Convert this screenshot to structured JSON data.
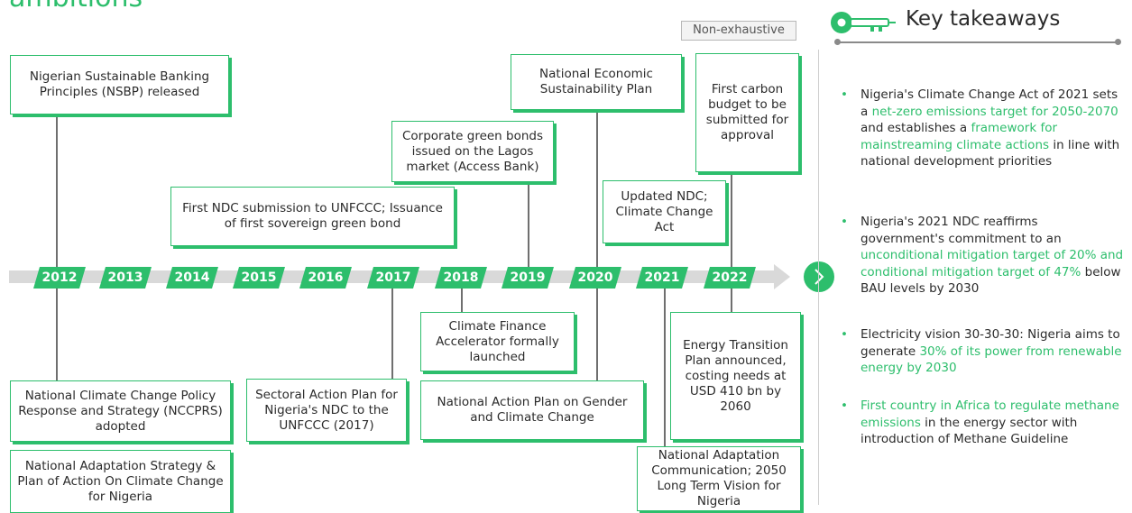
{
  "title_fragment": "ambitions",
  "non_exhaustive": "Non-exhaustive",
  "years": [
    "2012",
    "2013",
    "2014",
    "2015",
    "2016",
    "2017",
    "2018",
    "2019",
    "2020",
    "2021",
    "2022"
  ],
  "events_top": [
    {
      "id": "nsbp",
      "text": "Nigerian Sustainable Banking Principles (NSBP) released"
    },
    {
      "id": "ndc_first",
      "text": "First NDC submission to UNFCCC; Issuance of first sovereign green bond"
    },
    {
      "id": "green_bonds",
      "text": "Corporate green bonds issued on the Lagos market (Access Bank)"
    },
    {
      "id": "nesp",
      "text": "National Economic Sustainability Plan"
    },
    {
      "id": "ndc_update",
      "text": "Updated NDC; Climate Change Act"
    },
    {
      "id": "carbon_budget",
      "text": "First carbon budget to be submitted for approval"
    }
  ],
  "events_bottom": [
    {
      "id": "nccprs",
      "text": "National Climate Change Policy Response and Strategy (NCCPRS) adopted"
    },
    {
      "id": "nasp",
      "text": "National Adaptation Strategy & Plan of Action On Climate Change for Nigeria"
    },
    {
      "id": "sectoral",
      "text": "Sectoral Action Plan for Nigeria's NDC to the UNFCCC (2017)"
    },
    {
      "id": "cfa",
      "text": "Climate Finance Accelerator formally launched"
    },
    {
      "id": "gender",
      "text": "National Action Plan on Gender and Climate Change"
    },
    {
      "id": "etp",
      "text": "Energy Transition Plan announced, costing needs at USD 410 bn by 2060"
    },
    {
      "id": "adaptation_comm",
      "text": "National Adaptation Communication; 2050 Long Term Vision for Nigeria"
    }
  ],
  "key_takeaways": {
    "title": "Key takeaways",
    "items": [
      {
        "bullet": "•",
        "parts": [
          {
            "t": "Nigeria's Climate Change Act of 2021 sets a ",
            "hl": false
          },
          {
            "t": "net-zero emissions target for 2050-2070",
            "hl": true
          },
          {
            "t": " and establishes a ",
            "hl": false
          },
          {
            "t": "framework for mainstreaming climate actions",
            "hl": true
          },
          {
            "t": " in line with national development priorities",
            "hl": false
          }
        ]
      },
      {
        "bullet": "•",
        "parts": [
          {
            "t": "Nigeria's 2021 NDC reaffirms government's commitment to an ",
            "hl": false
          },
          {
            "t": "unconditional mitigation target of 20% and conditional mitigation target of 47%",
            "hl": true
          },
          {
            "t": " below BAU levels by 2030",
            "hl": false
          }
        ]
      },
      {
        "bullet": "•",
        "parts": [
          {
            "t": "Electricity vision 30-30-30: Nigeria aims to generate ",
            "hl": false
          },
          {
            "t": "30% of its power from renewable energy by 2030",
            "hl": true
          }
        ]
      },
      {
        "bullet": "•",
        "parts": [
          {
            "t": "First country in Africa to regulate methane emissions",
            "hl": true
          },
          {
            "t": " in the energy sector with introduction of Methane Guideline",
            "hl": false
          }
        ]
      }
    ]
  },
  "colors": {
    "accent": "#2dbe6c",
    "line": "#6f6f6f",
    "axis": "#d9d9d9",
    "text": "#2b2b2b"
  }
}
